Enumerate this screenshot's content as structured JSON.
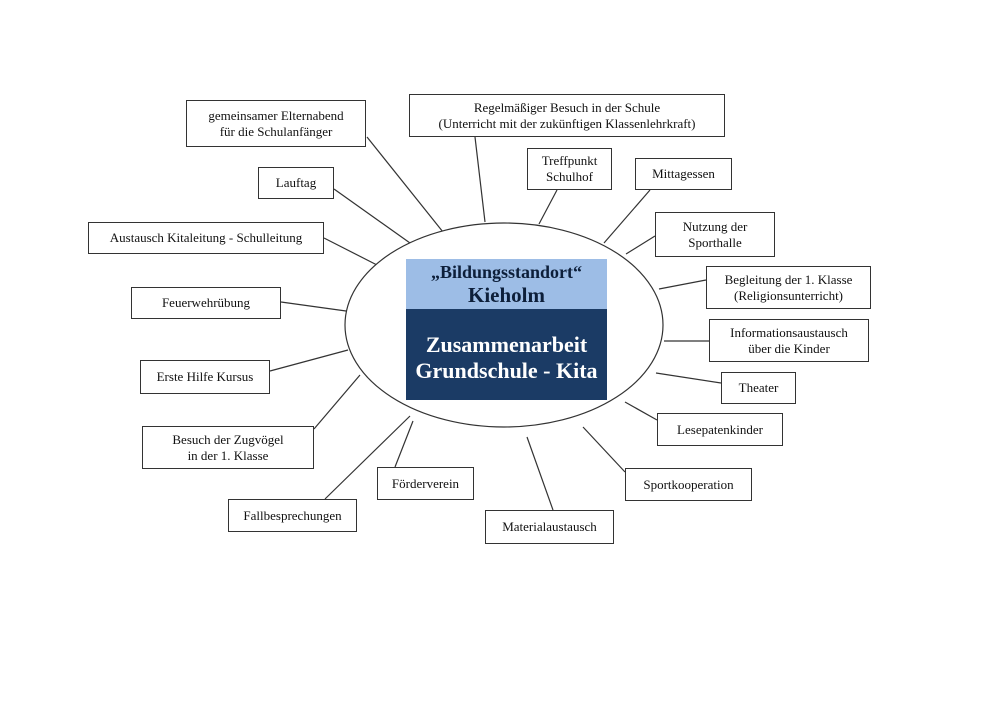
{
  "colors": {
    "center_top_bg": "#9dbde6",
    "center_bottom_bg": "#1b3b65",
    "line": "#333333"
  },
  "center": {
    "line1": "„Bildungsstandort“",
    "line2": "Kieholm",
    "line3": "Zusammenarbeit",
    "line4": "Grundschule - Kita"
  },
  "nodes": [
    {
      "id": "gemeinsamer-elternabend",
      "lines": [
        "gemeinsamer Elternabend",
        "für die Schulanfänger"
      ]
    },
    {
      "id": "regelmaessiger-besuch",
      "lines": [
        "Regelmäßiger Besuch in der Schule",
        "(Unterricht mit der zukünftigen Klassenlehrkraft)"
      ]
    },
    {
      "id": "treffpunkt-schulhof",
      "lines": [
        "Treffpunkt",
        "Schulhof"
      ]
    },
    {
      "id": "mittagessen",
      "lines": [
        "Mittagessen"
      ]
    },
    {
      "id": "lauftag",
      "lines": [
        "Lauftag"
      ]
    },
    {
      "id": "nutzung-sporthalle",
      "lines": [
        "Nutzung der",
        "Sporthalle"
      ]
    },
    {
      "id": "austausch-kitaleitung",
      "lines": [
        "Austausch Kitaleitung - Schulleitung"
      ]
    },
    {
      "id": "begleitung-klasse",
      "lines": [
        "Begleitung der 1. Klasse",
        "(Religionsunterricht)"
      ]
    },
    {
      "id": "feuerwehruebung",
      "lines": [
        "Feuerwehrübung"
      ]
    },
    {
      "id": "informationsaustausch",
      "lines": [
        "Informationsaustausch",
        "über die Kinder"
      ]
    },
    {
      "id": "erste-hilfe",
      "lines": [
        "Erste Hilfe Kursus"
      ]
    },
    {
      "id": "theater",
      "lines": [
        "Theater"
      ]
    },
    {
      "id": "zugvoegel",
      "lines": [
        "Besuch der Zugvögel",
        "in der 1. Klasse"
      ]
    },
    {
      "id": "lesepatenkinder",
      "lines": [
        "Lesepatenkinder"
      ]
    },
    {
      "id": "foerderverein",
      "lines": [
        "Förderverein"
      ]
    },
    {
      "id": "sportkooperation",
      "lines": [
        "Sportkooperation"
      ]
    },
    {
      "id": "fallbesprechungen",
      "lines": [
        "Fallbesprechungen"
      ]
    },
    {
      "id": "materialaustausch",
      "lines": [
        "Materialaustausch"
      ]
    }
  ]
}
